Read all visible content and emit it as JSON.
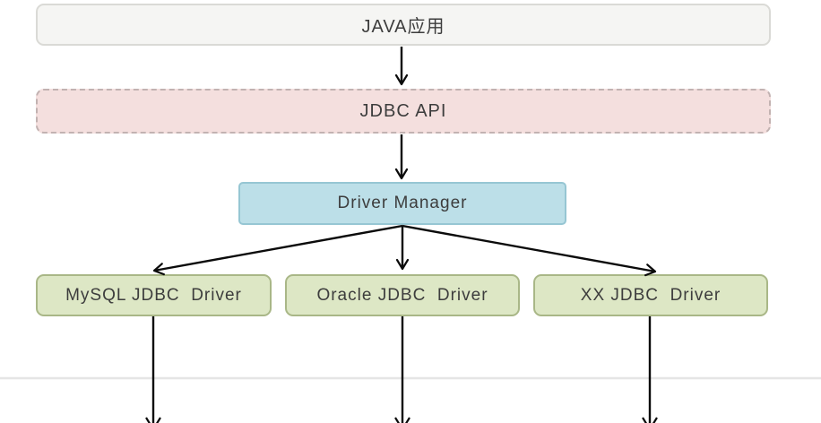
{
  "diagram": {
    "title": "JDBC architecture diagram",
    "nodes": {
      "java_app": {
        "label": "JAVA应用"
      },
      "jdbc_api": {
        "label": "JDBC API"
      },
      "driver_manager": {
        "label": "Driver Manager"
      },
      "mysql_driver": {
        "label": "MySQL JDBC  Driver"
      },
      "oracle_driver": {
        "label": "Oracle JDBC  Driver"
      },
      "xx_driver": {
        "label": "XX JDBC  Driver"
      }
    },
    "edges": [
      {
        "from": "java_app",
        "to": "jdbc_api",
        "arrow": true
      },
      {
        "from": "jdbc_api",
        "to": "driver_manager",
        "arrow": true
      },
      {
        "from": "driver_manager",
        "to": "mysql_driver",
        "arrow": true
      },
      {
        "from": "driver_manager",
        "to": "oracle_driver",
        "arrow": true
      },
      {
        "from": "driver_manager",
        "to": "xx_driver",
        "arrow": true
      },
      {
        "from": "mysql_driver",
        "to": "offscreen-bottom",
        "arrow": true
      },
      {
        "from": "oracle_driver",
        "to": "offscreen-bottom",
        "arrow": true
      },
      {
        "from": "xx_driver",
        "to": "offscreen-bottom",
        "arrow": true
      }
    ],
    "colors": {
      "background": "#ffffff",
      "java_app_fill": "#f5f5f3",
      "java_app_border": "#dadad6",
      "jdbc_api_fill": "#f4dfde",
      "jdbc_api_border": "#c2b2b1",
      "driver_manager_fill": "#bcdfe8",
      "driver_manager_border": "#96c6d3",
      "driver_fill": "#dde7c5",
      "driver_border": "#a9b787",
      "arrow": "#0b0b0b",
      "separator": "#e5e5e5",
      "text": "#3d3d3d"
    }
  }
}
